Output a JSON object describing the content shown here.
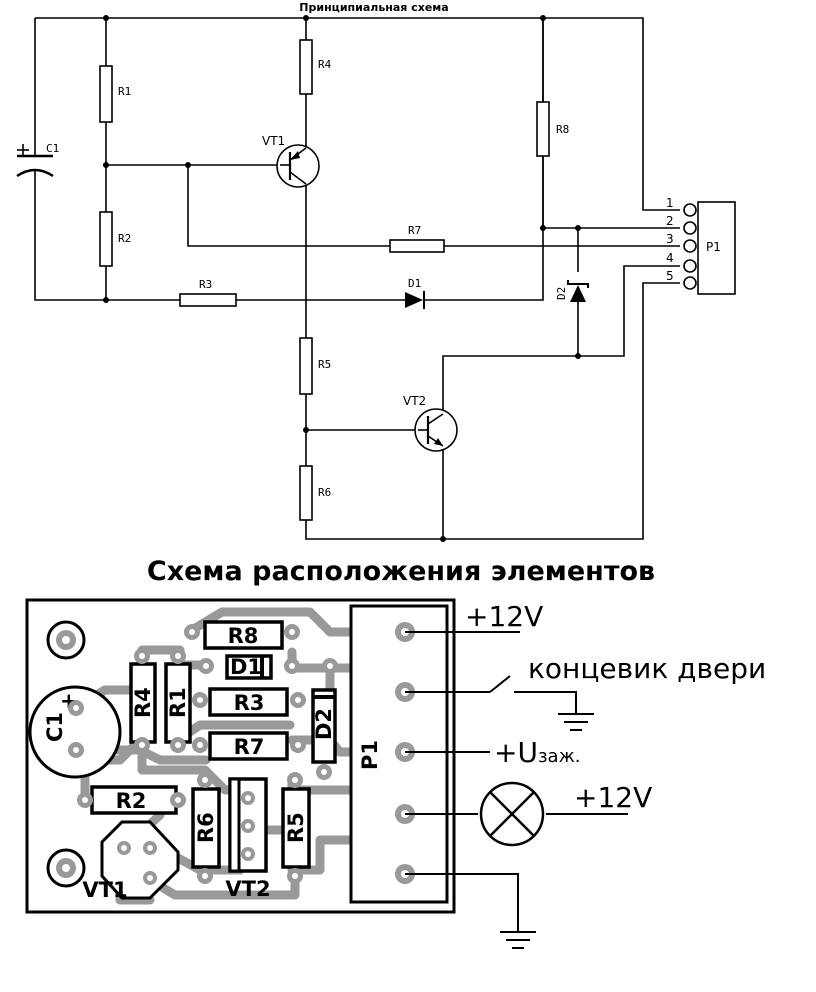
{
  "schematic": {
    "title": "Принципиальная схема",
    "labels": {
      "C1": "C1",
      "R1": "R1",
      "R2": "R2",
      "R3": "R3",
      "R4": "R4",
      "R5": "R5",
      "R6": "R6",
      "R7": "R7",
      "R8": "R8",
      "VT1": "VT1",
      "VT2": "VT2",
      "D1": "D1",
      "D2": "D2",
      "P1": "P1"
    },
    "pins": [
      "1",
      "2",
      "3",
      "4",
      "5"
    ]
  },
  "pcb": {
    "title": "Схема расположения элементов",
    "components": {
      "R8": "R8",
      "D1": "D1",
      "R4": "R4",
      "R1": "R1",
      "R3": "R3",
      "D2": "D2",
      "C1": "C1",
      "R7": "R7",
      "P1": "P1",
      "R2": "R2",
      "R6": "R6",
      "R5": "R5",
      "VT1": "VT1",
      "VT2": "VT2",
      "plus": "+"
    },
    "connections": {
      "plus12_top": "+12V",
      "door_switch": "концевик двери",
      "ignition_sign": "+U",
      "ignition_sub": "заж.",
      "plus12_lamp": "+12V"
    }
  }
}
